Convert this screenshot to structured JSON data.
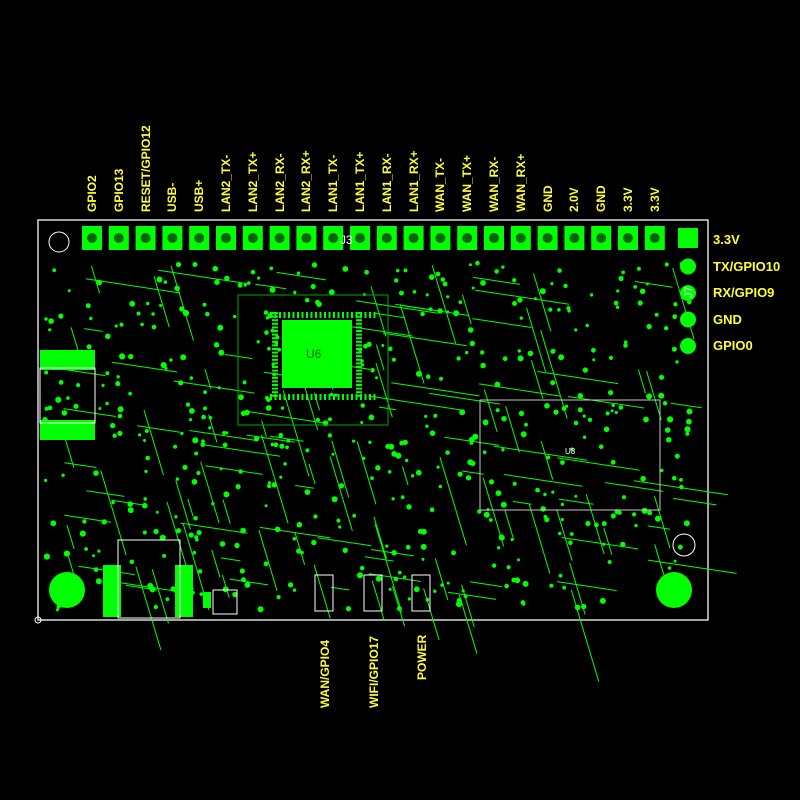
{
  "top_header_pins": [
    "GPIO2",
    "GPIO13",
    "RESET/GPIO12",
    "USB-",
    "USB+",
    "LAN2_TX-",
    "LAN2_TX+",
    "LAN2_RX-",
    "LAN2_RX+",
    "LAN1_TX-",
    "LAN1_TX+",
    "LAN1_RX-",
    "LAN1_RX+",
    "WAN_TX-",
    "WAN_TX+",
    "WAN_RX-",
    "WAN_RX+",
    "GND",
    "2.0V",
    "GND",
    "3.3V",
    "3.3V"
  ],
  "side_header_pins": [
    "3.3V",
    "TX/GPIO10",
    "RX/GPIO9",
    "GND",
    "GPIO0"
  ],
  "led_labels": [
    "WAN/GPIO4",
    "WIFI/GPIO17",
    "POWER"
  ],
  "components": {
    "main_chip": "U6",
    "top_connector": "J3",
    "side_connector": "J7",
    "module": "U8"
  },
  "colors": {
    "background": "#000000",
    "copper": "#00ff00",
    "dark_copper": "#006600",
    "silkscreen": "#ffffff",
    "label": "#ffff33"
  }
}
